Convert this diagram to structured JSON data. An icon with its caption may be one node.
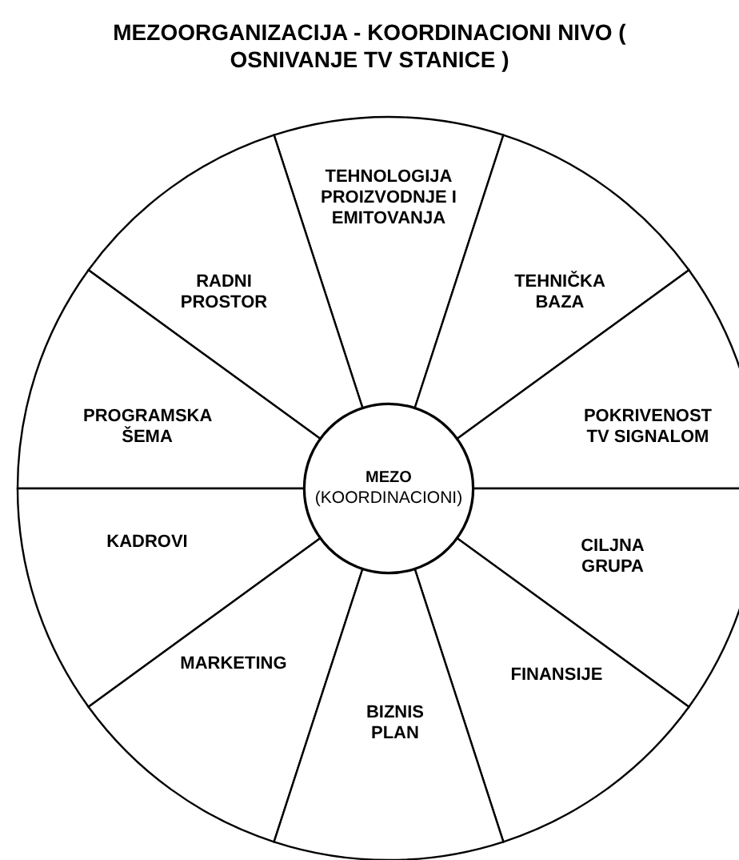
{
  "diagram": {
    "title": "MEZOORGANIZACIJA - KOORDINACIONI NIVO ( OSNIVANJE TV STANICE )",
    "nodes": [
      {
        "text": [
          "TEHNOLOGIJA PROIZVODNJE I EMITOVANJA"
        ]
      },
      {
        "text": [
          "RADNI PROSTOR"
        ]
      },
      {
        "text": [
          "TEHNIČKA BAZA"
        ]
      },
      {
        "text": [
          "PROGRAMSKA ŠEMA"
        ]
      },
      {
        "text": [
          "POKRIVENOST TV SIGNALOM"
        ]
      },
      {
        "text": [
          "MEZO",
          "(KOORDINACIONI)"
        ]
      },
      {
        "text": [
          "KADROVI"
        ]
      },
      {
        "text": [
          "CILJNA GRUPA"
        ]
      },
      {
        "text": [
          "MARKETING"
        ]
      },
      {
        "text": [
          "FINANSIJE"
        ]
      },
      {
        "text": [
          "BIZNIS PLAN"
        ]
      }
    ],
    "edges": []
  }
}
